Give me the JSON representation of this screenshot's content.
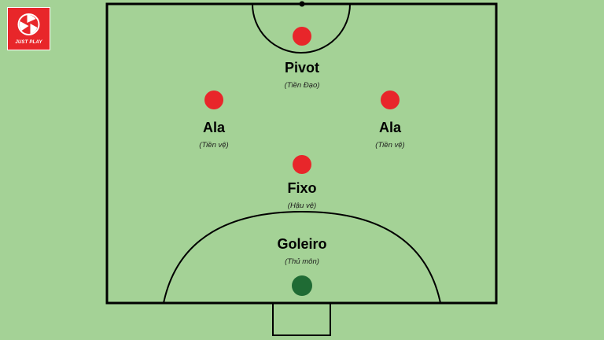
{
  "logo": {
    "text": "JUST PLAY",
    "icon": "pinwheel-logo-icon",
    "color": "#e8262a"
  },
  "court": {
    "background": "#a4d296",
    "line_color": "#000000"
  },
  "colors": {
    "outfield_player": "#e8262a",
    "goalkeeper": "#1f6b34"
  },
  "positions": {
    "pivot": {
      "role": "Pivot",
      "sub": "(Tiền Đạo)"
    },
    "ala_left": {
      "role": "Ala",
      "sub": "(Tiền vệ)"
    },
    "ala_right": {
      "role": "Ala",
      "sub": "(Tiền vệ)"
    },
    "fixo": {
      "role": "Fixo",
      "sub": "(Hậu vệ)"
    },
    "goleiro": {
      "role": "Goleiro",
      "sub": "(Thủ môn)"
    }
  }
}
